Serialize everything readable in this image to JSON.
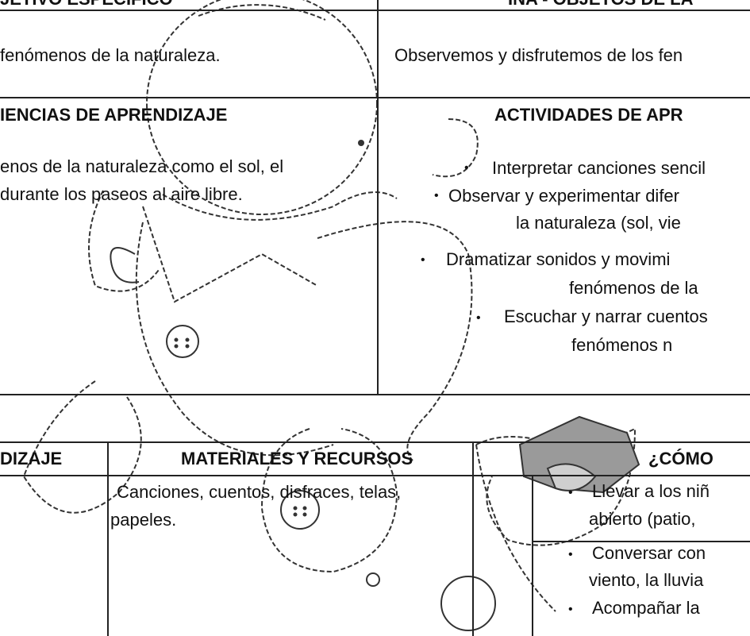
{
  "top_row": {
    "left_title_fragment": "JETIVO ESPECIFICO",
    "right_title_fragment": "ÍNA - OBJETOS DE LA"
  },
  "objectives": {
    "left_text": "fenómenos de la naturaleza.",
    "right_text": "Observemos y disfrutemos de los fen"
  },
  "section_headers": {
    "left": "IENCIAS DE APRENDIZAJE",
    "right": "ACTIVIDADES DE APR"
  },
  "experiences_text": [
    "enos de la naturaleza como el sol, el",
    "durante los paseos al aire libre."
  ],
  "activities": [
    {
      "bullet": "•",
      "lines": [
        "Interpretar canciones sencil"
      ]
    },
    {
      "bullet": "•",
      "lines": [
        "Observar y experimentar difer",
        "la naturaleza (sol, vie"
      ]
    },
    {
      "bullet": "•",
      "lines": [
        "Dramatizar sonidos y movimi",
        "fenómenos de la"
      ]
    },
    {
      "bullet": "•",
      "lines": [
        "Escuchar y narrar cuentos",
        "fenómenos n"
      ]
    }
  ],
  "bottom_headers": {
    "left": "DIZAJE",
    "middle": "MATERIALES Y RECURSOS",
    "right": "¿CÓMO"
  },
  "materials_text": [
    "Canciones, cuentos, disfraces, telas,",
    "papeles."
  ],
  "how_items": [
    {
      "bullet": "•",
      "lines": [
        "Llevar a los niñ",
        "abierto (patio,"
      ]
    },
    {
      "bullet": "•",
      "lines": [
        "Conversar con",
        "viento, la lluvia"
      ]
    },
    {
      "bullet": "•",
      "lines": [
        "Acompañar la"
      ]
    }
  ],
  "colors": {
    "text": "#111111",
    "line": "#222222",
    "art_stroke": "#333333",
    "dog_fill": "#9a9a9a"
  }
}
